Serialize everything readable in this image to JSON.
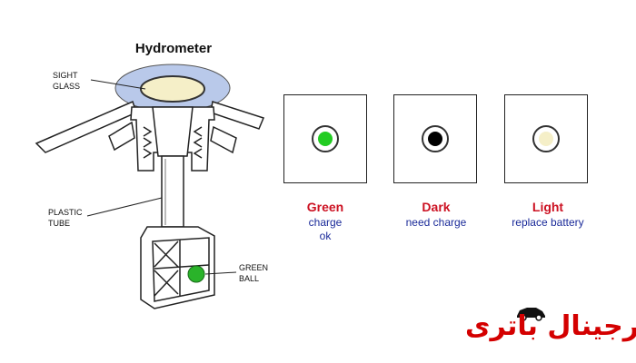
{
  "diagram": {
    "title": "Hydrometer",
    "parts": {
      "sight_glass": [
        "SIGHT",
        "GLASS"
      ],
      "plastic_tube": [
        "PLASTIC",
        "TUBE"
      ],
      "green_ball": [
        "GREEN",
        "BALL"
      ]
    }
  },
  "states": [
    {
      "name": "Green",
      "desc": [
        "charge",
        "ok"
      ],
      "dot_color": "#22cc22"
    },
    {
      "name": "Dark",
      "desc": [
        "need charge"
      ],
      "dot_color": "#000000"
    },
    {
      "name": "Light",
      "desc": [
        "replace battery"
      ],
      "dot_color": "#f5efc8"
    }
  ],
  "colors": {
    "label_red": "#cc1122",
    "desc_blue": "#1a2a99",
    "glass_blue": "#b9c9ea",
    "brand_red": "#d40000"
  },
  "brand": {
    "logo_text": "اورجینال باتری",
    "logo_icon": "car-icon"
  }
}
